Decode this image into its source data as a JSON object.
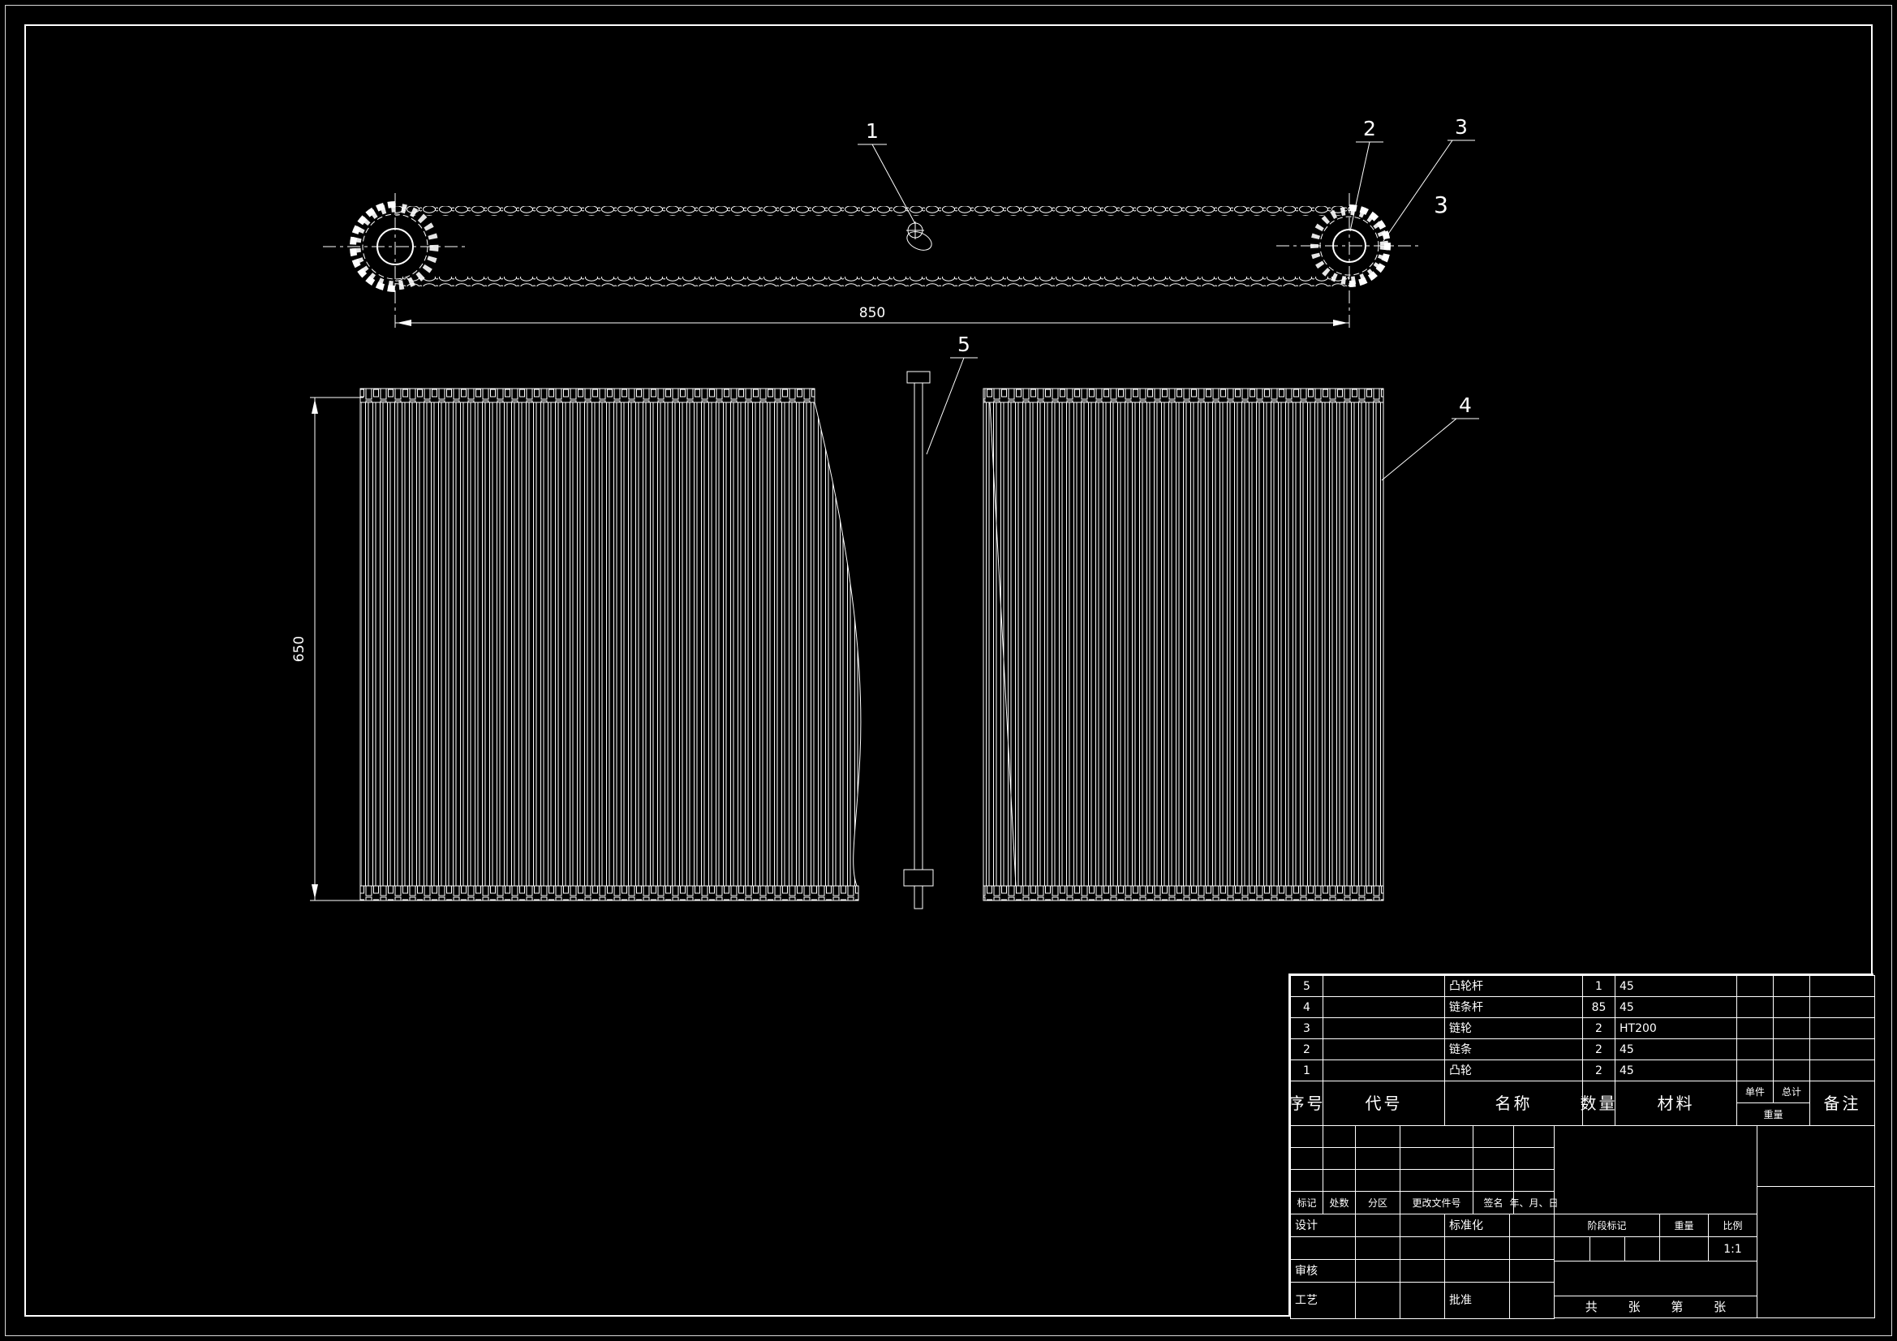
{
  "page": {
    "background": "#000000",
    "line_color": "#ffffff"
  },
  "drawing": {
    "balloons": {
      "b1": "1",
      "b2": "2",
      "b3": "3",
      "b3_dup": "3",
      "b4": "4",
      "b5": "5"
    },
    "dims": {
      "length": "850",
      "height": "650"
    }
  },
  "bom": {
    "headers": {
      "seq": "序号",
      "code": "代号",
      "name": "名称",
      "qty": "数量",
      "material": "材料",
      "unit_piece": "单件",
      "total": "总计",
      "weight": "重量",
      "remarks": "备注"
    },
    "rows": [
      {
        "seq": "5",
        "code": "",
        "name": "凸轮杆",
        "qty": "1",
        "material": "45"
      },
      {
        "seq": "4",
        "code": "",
        "name": "链条杆",
        "qty": "85",
        "material": "45"
      },
      {
        "seq": "3",
        "code": "",
        "name": "链轮",
        "qty": "2",
        "material": "HT200"
      },
      {
        "seq": "2",
        "code": "",
        "name": "链条",
        "qty": "2",
        "material": "45"
      },
      {
        "seq": "1",
        "code": "",
        "name": "凸轮",
        "qty": "2",
        "material": "45"
      }
    ]
  },
  "titleblock": {
    "mark": "标记",
    "count": "处数",
    "zone": "分区",
    "change_doc": "更改文件号",
    "signature": "签名",
    "date": "年、月、日",
    "design": "设计",
    "standardization": "标准化",
    "stage_mark": "阶段标记",
    "weight": "重量",
    "scale": "比例",
    "scale_value": "1:1",
    "review": "审核",
    "process": "工艺",
    "approve": "批准",
    "total_label": "共",
    "sheet_label1": "张",
    "index_label": "第",
    "sheet_label2": "张"
  }
}
